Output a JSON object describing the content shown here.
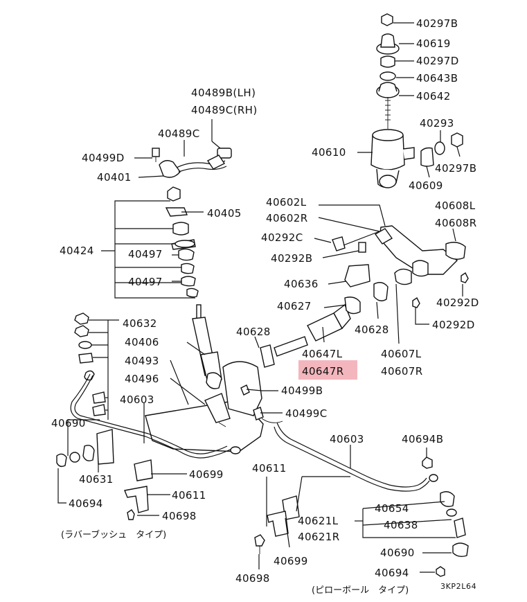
{
  "diagram": {
    "code": "3KP2L64",
    "highlight_color": "#f4b6bd",
    "highlighted_part": "40647R",
    "notes": {
      "rubber_bush": "(ラバーブッシュ　タイプ)",
      "pillow_ball": "(ピローボール　タイプ)"
    },
    "labels": {
      "p40297B_top": "40297B",
      "p40619": "40619",
      "p40297D_top": "40297D",
      "p40643B": "40643B",
      "p40642": "40642",
      "p40489B": "40489B(LH)",
      "p40489C_rh": "40489C(RH)",
      "p40489C": "40489C",
      "p40499D": "40499D",
      "p40401": "40401",
      "p40293": "40293",
      "p40610": "40610",
      "p40297B_right": "40297B",
      "p40609": "40609",
      "p40602L": "40602L",
      "p40602R": "40602R",
      "p40608L": "40608L",
      "p40608R": "40608R",
      "p40405": "40405",
      "p40424": "40424",
      "p40497_a": "40497",
      "p40497_b": "40497",
      "p40292C": "40292C",
      "p40292B": "40292B",
      "p40636": "40636",
      "p40292D_a": "40292D",
      "p40627": "40627",
      "p40628_left": "40628",
      "p40628_right": "40628",
      "p40292D_b": "40292D",
      "p40632": "40632",
      "p40406": "40406",
      "p40647L": "40647L",
      "p40647R": "40647R",
      "p40607L": "40607L",
      "p40607R": "40607R",
      "p40493": "40493",
      "p40496": "40496",
      "p40499B": "40499B",
      "p40603_left": "40603",
      "p40499C": "40499C",
      "p40690_left": "40690",
      "p40603_right": "40603",
      "p40694B": "40694B",
      "p40631": "40631",
      "p40699_left": "40699",
      "p40611_left": "40611",
      "p40694_left": "40694",
      "p40698_left": "40698",
      "p40611_right": "40611",
      "p40654": "40654",
      "p40638": "40638",
      "p40621L": "40621L",
      "p40621R": "40621R",
      "p40690_right": "40690",
      "p40699_right": "40699",
      "p40694_right": "40694",
      "p40698_right": "40698"
    }
  }
}
